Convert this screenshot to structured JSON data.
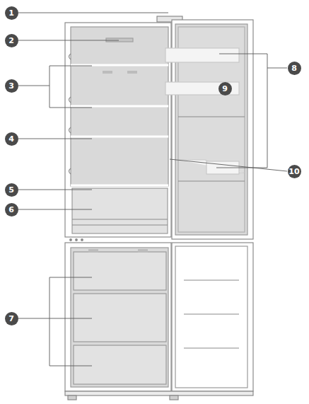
{
  "diagram": {
    "labels": [
      "1",
      "2",
      "8",
      "3",
      "9",
      "4",
      "10",
      "5",
      "6",
      "7"
    ]
  }
}
